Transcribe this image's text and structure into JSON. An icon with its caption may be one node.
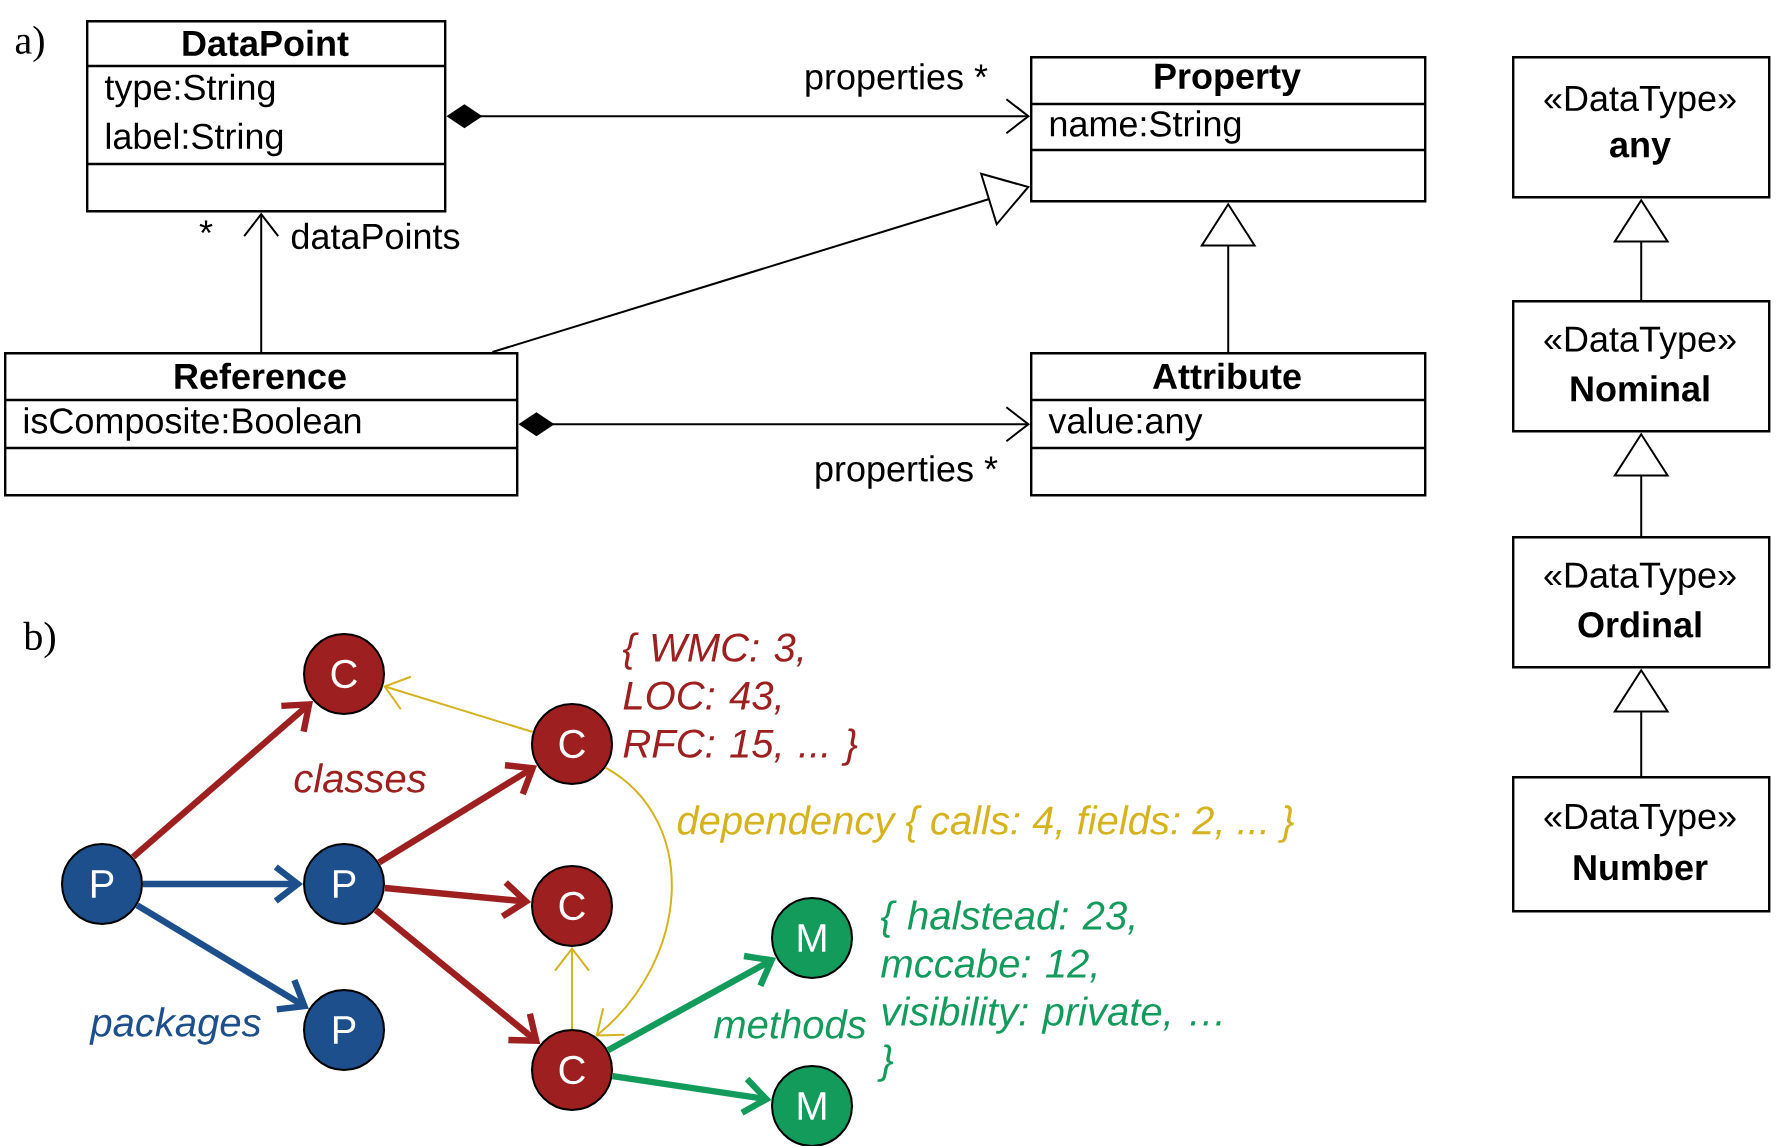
{
  "diagram": {
    "nodes": [
      {
        "text": [
          "DataPoint",
          "type:String",
          "label:String"
        ],
        "beside": [
          "*"
        ]
      },
      {
        "text": [
          "Property",
          "name:String"
        ]
      },
      {
        "text": [
          "Reference",
          "isComposite:Boolean"
        ]
      },
      {
        "text": [
          "Attribute",
          "value:any"
        ]
      },
      {
        "text": [
          "«DataType»",
          "any"
        ]
      },
      {
        "text": [
          "«DataType»",
          "Nominal"
        ]
      },
      {
        "text": [
          "«DataType»",
          "Ordinal"
        ]
      },
      {
        "text": [
          "«DataType»",
          "Number"
        ]
      },
      {
        "text": [
          "P"
        ]
      },
      {
        "text": [
          "P"
        ]
      },
      {
        "text": [
          "P"
        ]
      },
      {
        "text": [
          "C"
        ]
      },
      {
        "text": [
          "C"
        ],
        "beside": [
          "{ WMC: 3, LOC: 43, RFC: 15, ... }"
        ]
      },
      {
        "text": [
          "C"
        ]
      },
      {
        "text": [
          "C"
        ]
      },
      {
        "text": [
          "M"
        ],
        "beside": [
          "{ halstead: 23, mccabe: 12, visibility: private, … }"
        ]
      },
      {
        "text": [
          "M"
        ]
      }
    ],
    "edges": [
      {
        "from": 0,
        "to": 1,
        "arrow": "to",
        "label": "properties *"
      },
      {
        "from": 2,
        "to": 0,
        "arrow": "to",
        "label": "dataPoints"
      },
      {
        "from": 2,
        "to": 1,
        "arrow": "to"
      },
      {
        "from": 3,
        "to": 1,
        "arrow": "to"
      },
      {
        "from": 2,
        "to": 3,
        "arrow": "to",
        "label": "properties *"
      },
      {
        "from": 5,
        "to": 4,
        "arrow": "to"
      },
      {
        "from": 6,
        "to": 5,
        "arrow": "to"
      },
      {
        "from": 7,
        "to": 6,
        "arrow": "to"
      },
      {
        "from": 8,
        "to": 9,
        "arrow": "to",
        "style": "thick",
        "color": "#1c4f8c"
      },
      {
        "from": 8,
        "to": 10,
        "arrow": "to",
        "style": "thick",
        "color": "#1c4f8c"
      },
      {
        "from": 8,
        "to": 11,
        "arrow": "to",
        "style": "thick",
        "color": "#9e1f1f"
      },
      {
        "from": 9,
        "to": 12,
        "arrow": "to",
        "style": "thick",
        "color": "#9e1f1f"
      },
      {
        "from": 9,
        "to": 13,
        "arrow": "to",
        "style": "thick",
        "color": "#9e1f1f"
      },
      {
        "from": 9,
        "to": 14,
        "arrow": "to",
        "style": "thick",
        "color": "#9e1f1f"
      },
      {
        "from": 12,
        "to": 11,
        "arrow": "to",
        "color": "#d6b21f"
      },
      {
        "from": 12,
        "to": 14,
        "arrow": "to",
        "color": "#d6b21f",
        "label": "dependency { calls: 4, fields: 2, ... }"
      },
      {
        "from": 14,
        "to": 13,
        "arrow": "to",
        "color": "#d6b21f"
      },
      {
        "from": 14,
        "to": 15,
        "arrow": "to",
        "style": "thick",
        "color": "#139b5c"
      },
      {
        "from": 14,
        "to": 16,
        "arrow": "to",
        "style": "thick",
        "color": "#139b5c"
      }
    ],
    "labels": [
      "a)",
      "b)",
      "classes",
      "methods",
      "packages"
    ]
  }
}
